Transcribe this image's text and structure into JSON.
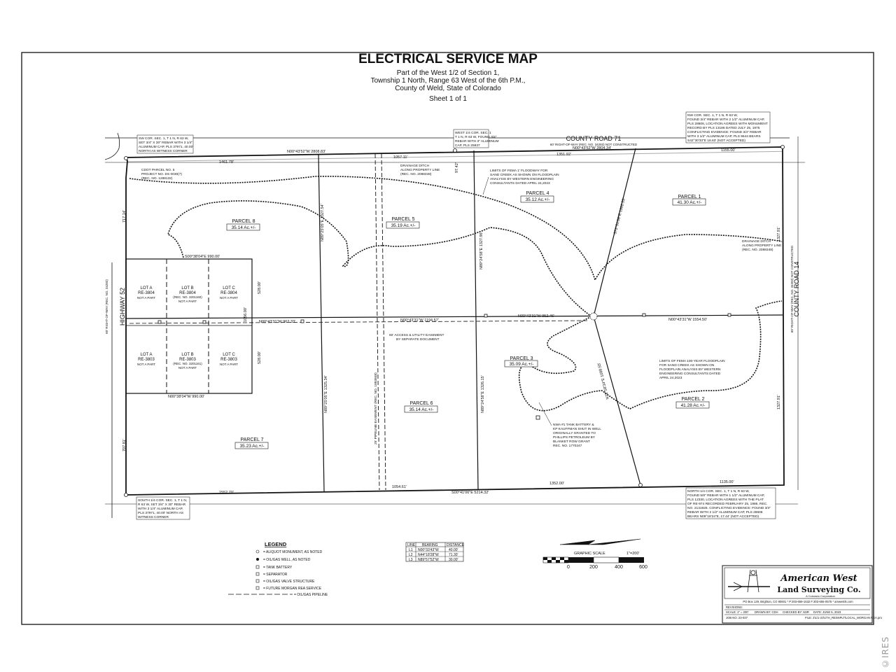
{
  "header": {
    "title": "ELECTRICAL SERVICE MAP",
    "subtitle_1": "Part of the West 1/2 of Section 1,",
    "subtitle_2": "Township 1 North, Range 63 West of the 6th P.M.,",
    "subtitle_3": "County of Weld, State of Colorado",
    "sheet": "Sheet 1 of 1"
  },
  "roads": {
    "north": "COUNTY ROAD 71",
    "north_sub": "60' RIGHT-OF-WAY (REC. NO. 34283) NOT CONSTRUCTED",
    "east": "COUNTY ROAD 14",
    "west": "HIGHWAY 52"
  },
  "parcels": [
    {
      "name": "PARCEL 1",
      "acres": "41.30 Ac.+/-"
    },
    {
      "name": "PARCEL 2",
      "acres": "41.28 Ac.+/-"
    },
    {
      "name": "PARCEL 3",
      "acres": "35.09 Ac.+/-"
    },
    {
      "name": "PARCEL 4",
      "acres": "35.12 Ac.+/-"
    },
    {
      "name": "PARCEL 5",
      "acres": "35.19 Ac.+/-"
    },
    {
      "name": "PARCEL 6",
      "acres": "35.14 Ac.+/-"
    },
    {
      "name": "PARCEL 7",
      "acres": "35.23 Ac.+/-"
    },
    {
      "name": "PARCEL 8",
      "acres": "35.14 Ac.+/-"
    }
  ],
  "lots": [
    {
      "name": "LOT A",
      "re": "RE-3804",
      "note": "NOT A PART"
    },
    {
      "name": "LOT B",
      "re": "RE-3804",
      "rec": "(REC. NO. 3201160)",
      "note": "NOT A PART"
    },
    {
      "name": "LOT C",
      "re": "RE-3804",
      "note": "NOT A PART"
    },
    {
      "name": "LOT A",
      "re": "RE-3803",
      "note": "NOT A PART"
    },
    {
      "name": "LOT B",
      "re": "RE-3803",
      "rec": "(REC. NO. 3201161)",
      "note": "NOT A PART"
    },
    {
      "name": "LOT C",
      "re": "RE-3803",
      "note": "NOT A PART"
    }
  ],
  "bearings": {
    "n_1": "N00°43'52\"W 2808.83'",
    "n_2": "N00°43'52\"W 2804.34'",
    "n_d1": "1461.78'",
    "n_d2": "1057.11'",
    "n_d3": "1351.92'",
    "n_d4": "1155.00'",
    "s_main": "S00°41'06\"E 5214.32'",
    "s_d1": "1552.70'",
    "s_d2": "1054.61'",
    "s_d3": "1352.00'",
    "s_d4": "1135.00'",
    "mid_1": "N00°43'31\"W 962.33'",
    "mid_2": "N00°43'31\"W 1194.57'",
    "mid_3": "N00°43'31\"W 952.46'",
    "mid_4": "N00°43'31\"W 1554.50'",
    "lots_top": "S00°38'04\"E 990.00'",
    "lots_bot": "N00°38'04\"W 990.00'",
    "w_1": "717.14'",
    "w_2": "707.81'",
    "lot_r1": "528.00'",
    "lot_r2": "528.00'",
    "lot_l": "1056.00'",
    "v1": "N89°25'05\"E 1327.54'",
    "v2": "N89°25'05\"E 1325.34'",
    "v3": "N89°24'58\"E 1327.96'",
    "v4": "N89°24'58\"E 1326.15'",
    "v5": "S72°51'06\"E 1302.53'",
    "v6": "N72°58'34\"E 1088.55'",
    "e_1": "1327.91'",
    "e_2": "1327.91'",
    "dist_97": "97.42'",
    "cr14_row": "60' RIGHT-OF-WAY (REC. NO. 34283) NOT CONSTRUCTED",
    "hwy_row": "60' RIGHT-OF-WAY (REC. NO. 34283)"
  },
  "notes": {
    "cdot": "CDOT PARCEL NO. 5",
    "cdot_2": "PROJECT NO. DS 0030(7)",
    "cdot_3": "(REC. NO. 1288132)",
    "ditch_1": "DRAINAGE DITCH",
    "ditch_2": "ALONG PROPERTY LINE",
    "ditch_3": "(REC. NO. 2088348)",
    "fema_1": "LIMITS OF FEMA 1' FLOODWAY FOR",
    "fema_2": "SAND CREEK AS SHOWN ON FLOODPLAIN",
    "fema_3": "ANALYSIS BY WESTERN ENGINEERING",
    "fema_4": "CONSULTANTS DATED APRIL 24,2023",
    "flood_1": "LIMITS OF FEMA 100-YEAR FLOODPLAIN",
    "flood_2": "FOR SAND CREEK AS SHOWN ON",
    "flood_3": "FLOODPLAIN ANALYSIS BY WESTERN",
    "flood_4": "ENGINEERING CONSULTANTS DATED",
    "flood_5": "APRIL 24,2023",
    "easement_1": "60' ACCESS & UTILITY EASEMENT",
    "easement_2": "BY SEPARATE DOCUMENT",
    "pipeline": "25' PIPELINE EASEMENT (REC. NO. 1893848)",
    "tank_1": "NWA #1 TANK BATTERY &",
    "tank_2": "KP KAUFFMAN SHUT IN WELL",
    "tank_3": "ORIGINALLY GRANTED TO",
    "tank_4": "PHILLIPS PETROLEUM BY",
    "tank_5": "BLANKET ROW GRANT",
    "tank_6": "REC. NO. 1770247",
    "sw_1": "SW COR. SEC. 1, T 1 N, R 63 W,",
    "sw_2": "SET 3/4\" X 30\" REBAR WITH 3 1/4\"",
    "sw_3": "ALUMINUM CAP, PLS 37971, 40.00'",
    "sw_4": "NORTH AS WITNESS CORNER",
    "w14_1": "WEST 1/4 COR. SEC. 1",
    "w14_2": "T 1 N, R 63 W, FOUND 3/4\"",
    "w14_3": "REBAR WITH 3\" ALUMINUM",
    "w14_4": "CAP, PLS 25937",
    "nw_1": "NW COR. SEC. 1, T 1 N, R 63 W,",
    "nw_2": "FOUND 3/4\" REBAR WITH 2 1/2\" ALUMINUM CAP,",
    "nw_3": "PLS 28606, LOCATION AGREES WITH MONUMENT",
    "nw_4": "RECORD BY PLS 13186 DATED JULY 25, 1975",
    "nw_5": "CONFLICTING EVIDENCE: FOUND 3/4\" REBAR",
    "nw_6": "WITH 3 1/2\" ALUMINUM CAP, PLS 9644 BEARS",
    "nw_7": "S42°30'33\"E 18.63' (NOT ACCEPTED)",
    "s14_1": "SOUTH 1/4 COR. SEC. 1, T 1 N,",
    "s14_2": "R 63 W, SET 3/4\" X 30\" REBAR",
    "s14_3": "WITH 3 1/4\" ALUMINUM CAP,",
    "s14_4": "PLS 37971, 40.00' NORTH AS",
    "s14_5": "WITNESS CORNER",
    "n14_1": "NORTH 1/4 COR. SEC. 1, T 1 N, R 63 W,",
    "n14_2": "FOUND 5/8\" REBAR WITH 1 1/2\" ALUMINUM CAP,",
    "n14_3": "PLS 12330, LOCATION AGREES WITH THE PLAT",
    "n14_4": "OF RE-974 RECORDED FEBRUARY 25, 1986, REC.",
    "n14_5": "NO. 2131926. CONFLICTING EVIDENCE: FOUND 3/4\"",
    "n14_6": "REBAR WITH 2 1/2\" ALUMINUM CAP, PLS 28606",
    "n14_7": "BEARS N09°18'24\"E, 17.44' (NOT ACCEPTED)"
  },
  "legend": {
    "title": "LEGEND",
    "items": [
      "= ALIQUOT MONUMENT, AS NOTED",
      "= OIL/GAS WELL, AS NOTED",
      "= TANK BATTERY",
      "= SEPARATOR",
      "= OIL/GAS VALVE STRUCTURE",
      "= FUTURE MORGAN REA SERVICE",
      "= OIL/GAS PIPELINE"
    ]
  },
  "line_table": {
    "headers": [
      "LINE",
      "BEARING",
      "DISTANCE"
    ],
    "rows": [
      [
        "L1",
        "N00°33'43\"W",
        "40.00'"
      ],
      [
        "L2",
        "N44°18'28\"W",
        "71.30'"
      ],
      [
        "L3",
        "N89°57'52\"W",
        "30.00'"
      ]
    ]
  },
  "scale": {
    "label": "GRAPHIC SCALE",
    "ratio": "1\"=200'",
    "ticks": [
      "0",
      "200",
      "400",
      "600"
    ]
  },
  "titleblock": {
    "company_1": "American West",
    "company_2": "Land Surveying Co.",
    "corp": "A Colorado Corporation",
    "address": "PO Box 129, Brighton, CO 80601 * P:303-659-1532 F:303-655-0575 * amwestls.com",
    "revisions": "REVISIONS:",
    "scale": "SCALE: 1\" = 200'",
    "drawn": "DRAWN BY: CDH",
    "checked": "CHECKED BY: MJR",
    "date": "DATE: JUNE 5, 2023",
    "job": "JOB NO. 23-037",
    "file": "FILE: 2\\1\\1-23\\1TH_RESNPLT\\LOCAL_MORGAN REA.pro"
  },
  "watermark": "©IRES",
  "colors": {
    "ink": "#111111",
    "paper": "#ffffff",
    "watermark": "#9a9a9a"
  }
}
